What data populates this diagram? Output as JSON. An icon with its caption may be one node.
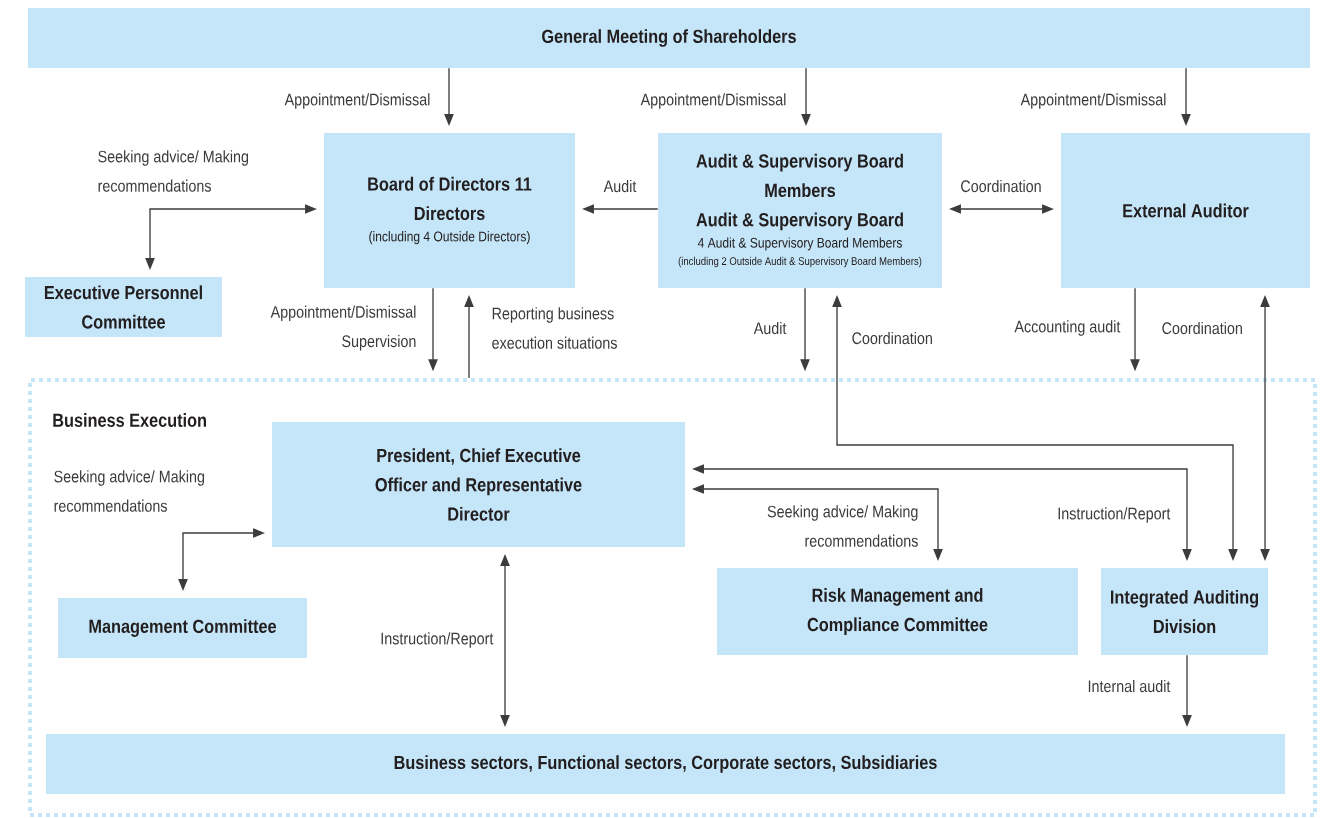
{
  "diagram": {
    "nodes": [
      {
        "text": [
          "General Meeting of Shareholders"
        ]
      },
      {
        "text": [
          "Board of Directors 11 Directors",
          "(including 4 Outside Directors)"
        ]
      },
      {
        "text": [
          "Audit & Supervisory Board Members",
          "Audit & Supervisory Board",
          "4 Audit & Supervisory Board Members",
          "(including 2 Outside Audit & Supervisory Board Members)"
        ]
      },
      {
        "text": [
          "External Auditor"
        ]
      },
      {
        "text": [
          "Executive Personnel Committee"
        ]
      },
      {
        "text": [
          "Business Execution"
        ]
      },
      {
        "text": [
          "President, Chief Executive Officer and Representative Director"
        ],
        "in": 5
      },
      {
        "text": [
          "Management Committee"
        ],
        "in": 5
      },
      {
        "text": [
          "Risk Management and Compliance Committee"
        ],
        "in": 5
      },
      {
        "text": [
          "Integrated Auditing Division"
        ],
        "in": 5
      },
      {
        "text": [
          "Business sectors, Functional sectors, Corporate sectors, Subsidiaries"
        ],
        "in": 5
      }
    ],
    "edges": [
      {
        "from": 0,
        "to": 1,
        "arrow": "to",
        "label": "Appointment/Dismissal"
      },
      {
        "from": 0,
        "to": 2,
        "arrow": "to",
        "label": "Appointment/Dismissal"
      },
      {
        "from": 0,
        "to": 3,
        "arrow": "to",
        "label": "Appointment/Dismissal"
      },
      {
        "from": 1,
        "to": 4,
        "arrow": "both",
        "label": "Seeking advice/ Making recommendations"
      },
      {
        "from": 2,
        "to": 1,
        "arrow": "to",
        "label": "Audit"
      },
      {
        "from": 2,
        "to": 3,
        "arrow": "both",
        "label": "Coordination"
      },
      {
        "from": 1,
        "to": 5,
        "arrow": "to",
        "label": "Appointment/Dismissal Supervision"
      },
      {
        "from": 5,
        "to": 1,
        "arrow": "to",
        "label": "Reporting business execution situations"
      },
      {
        "from": 2,
        "to": 5,
        "arrow": "to",
        "label": "Audit"
      },
      {
        "from": 2,
        "to": 9,
        "arrow": "both",
        "label": "Coordination"
      },
      {
        "from": 3,
        "to": 5,
        "arrow": "to",
        "label": "Accounting audit"
      },
      {
        "from": 3,
        "to": 9,
        "arrow": "both",
        "label": "Coordination"
      },
      {
        "from": 6,
        "to": 7,
        "arrow": "both",
        "label": "Seeking advice/ Making recommendations"
      },
      {
        "from": 6,
        "to": 9,
        "arrow": "both",
        "label": "Instruction/Report"
      },
      {
        "from": 6,
        "to": 8,
        "arrow": "both",
        "label": "Seeking advice/ Making recommendations"
      },
      {
        "from": 6,
        "to": 10,
        "arrow": "both",
        "label": "Instruction/Report"
      },
      {
        "from": 9,
        "to": 10,
        "arrow": "to",
        "label": "Internal audit"
      }
    ]
  }
}
